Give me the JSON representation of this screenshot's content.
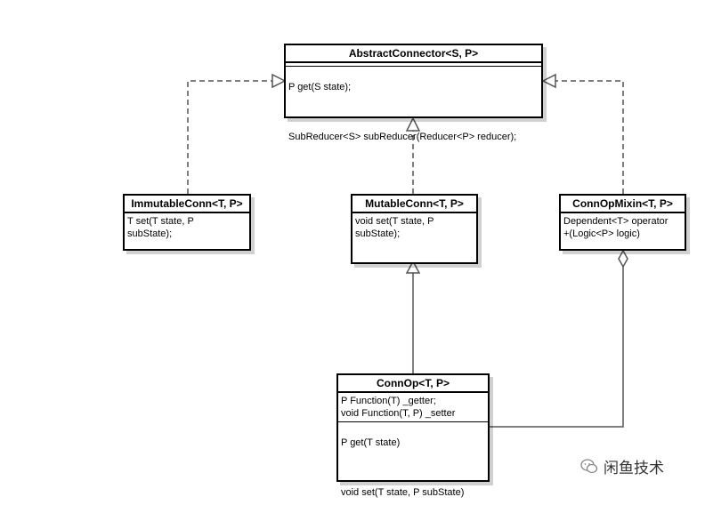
{
  "classes": {
    "abstract": {
      "name": "AbstractConnector<S, P>",
      "methods": [
        "P get(S state);",
        "SubReducer<S> subReducer(Reducer<P> reducer);"
      ]
    },
    "immutable": {
      "name": "ImmutableConn<T, P>",
      "methods": "T set(T state, P\nsubState);"
    },
    "mutable": {
      "name": "MutableConn<T, P>",
      "methods": "void set(T state, P\nsubState);"
    },
    "mixin": {
      "name": "ConnOpMixin<T, P>",
      "methods": "Dependent<T> operator\n+(Logic<P> logic)"
    },
    "connop": {
      "name": "ConnOp<T, P>",
      "fields": "P Function(T) _getter;\nvoid Function(T, P) _setter",
      "methods": [
        "P get(T state)",
        "void set(T state, P subState)"
      ]
    }
  },
  "watermark": {
    "text": "闲鱼技术",
    "icon": "wechat-icon"
  }
}
